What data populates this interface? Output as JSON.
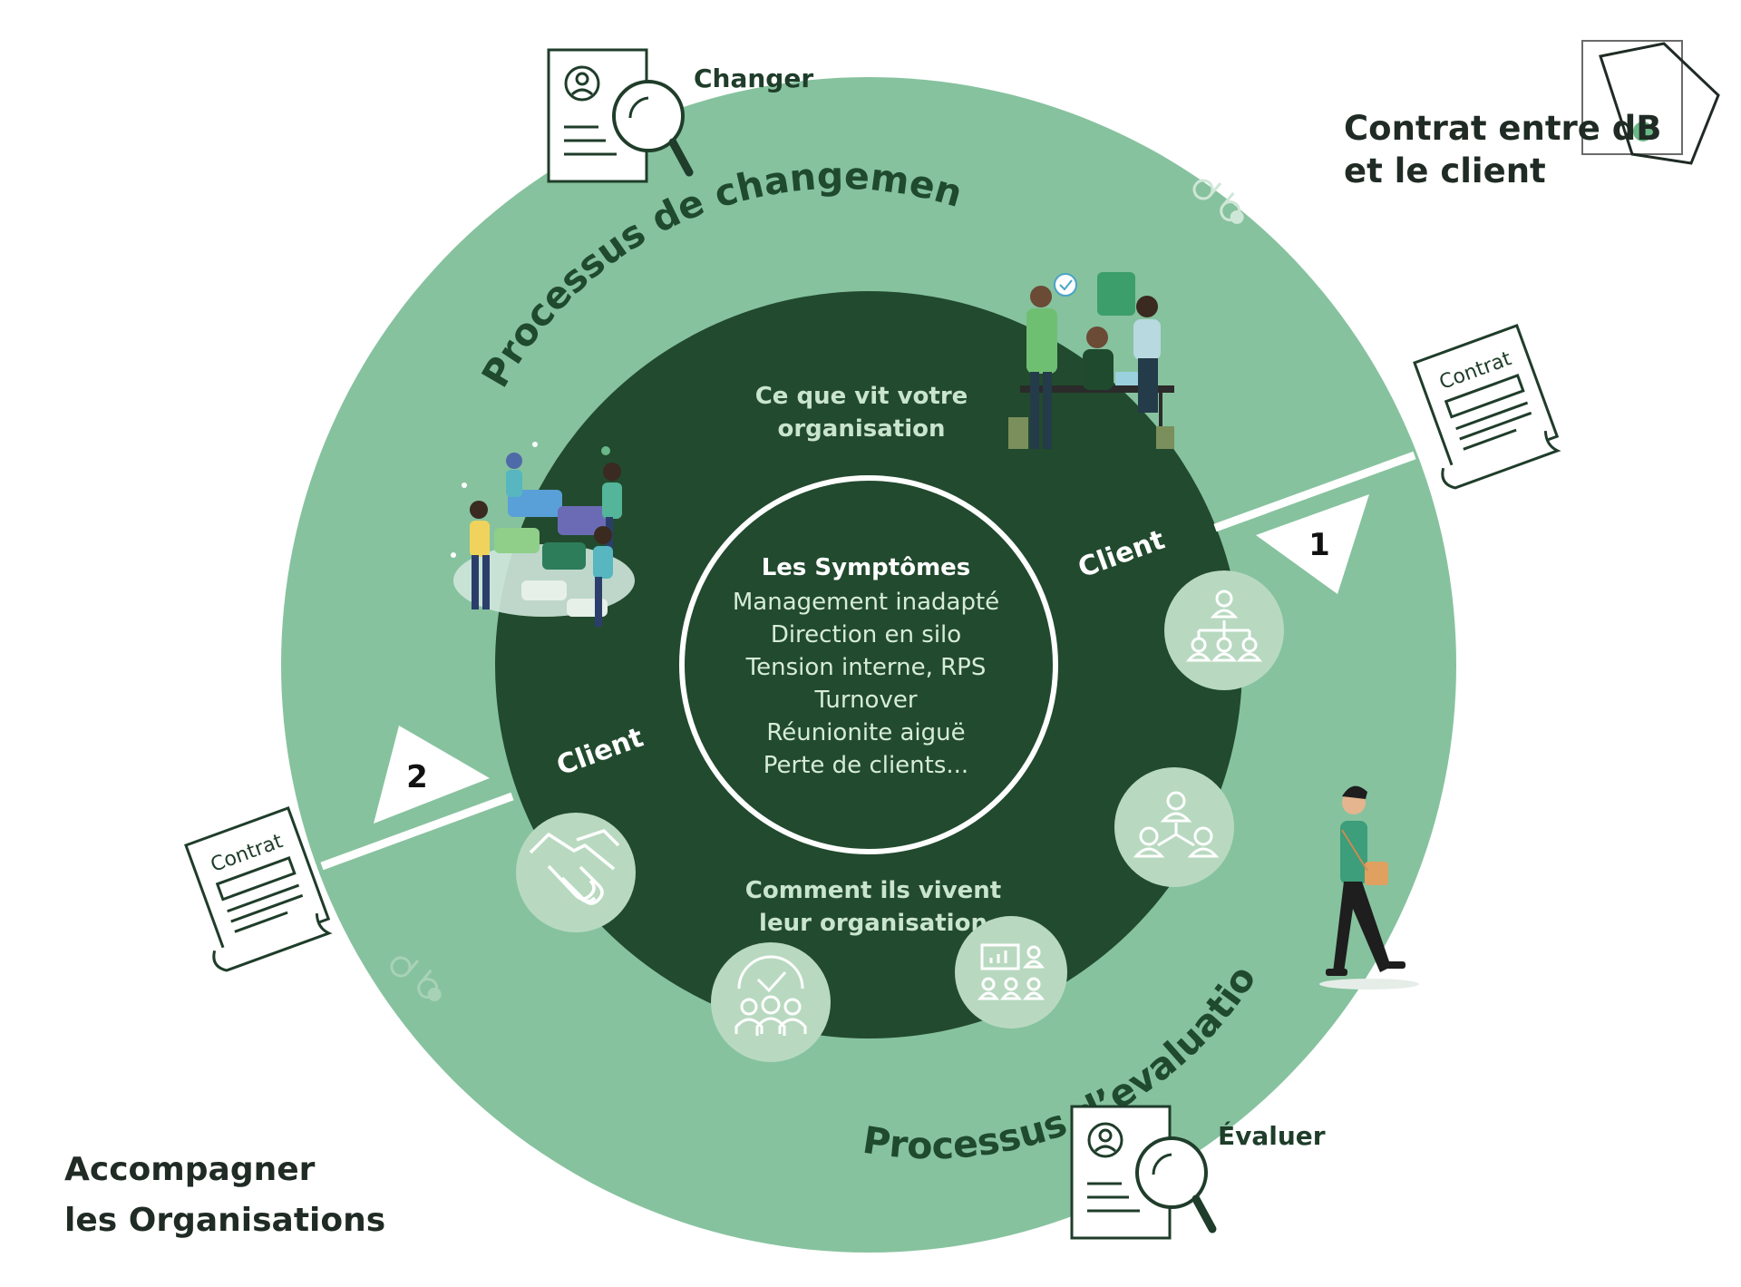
{
  "header": {
    "title_line1": "Contrat entre dB",
    "title_line2": "et le client"
  },
  "footer": {
    "title_line1": "Accompagner",
    "title_line2": "les Organisations"
  },
  "outer_ring": {
    "arc_top_label": "Processus de changement",
    "arc_bottom_label": "Processus d’evaluation"
  },
  "inner_ring": {
    "top_text": [
      "Ce que vit votre",
      "organisation"
    ],
    "bottom_text": [
      "Comment ils vivent",
      "leur organisation"
    ],
    "client_label_right": "Client",
    "client_label_left": "Client"
  },
  "center": {
    "heading": "Les Symptômes",
    "items": [
      "Management inadapté",
      "Direction en silo",
      "Tension interne, RPS",
      "Turnover",
      "Réunionite aiguë",
      "Perte de clients..."
    ]
  },
  "markers": {
    "step_1": "1",
    "step_2": "2"
  },
  "documents": {
    "contract_label": "Contrat",
    "change_label": "Changer",
    "evaluate_label": "Évaluer"
  },
  "icons": {
    "circle_icons": [
      "org-chart-icon",
      "team-hierarchy-icon",
      "presentation-team-icon",
      "team-approval-icon",
      "handshake-icon"
    ]
  },
  "colors": {
    "outer_ring": "#86c29e",
    "inner_ring": "#224a2e",
    "icon_circle": "#b8d9c0",
    "dark_text": "#1f3d2a",
    "accent_dot": "#6ab887"
  }
}
